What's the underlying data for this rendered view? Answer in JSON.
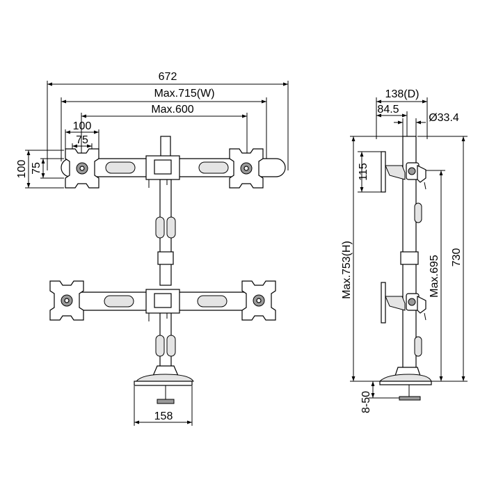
{
  "front_view": {
    "dim_overall_width": "672",
    "dim_max_span_w": "Max.715(W)",
    "dim_max_span": "Max.600",
    "dim_vesa_100_h": "100",
    "dim_vesa_75_h": "75",
    "dim_vesa_100_v": "100",
    "dim_vesa_75_v": "75",
    "dim_base_width": "158"
  },
  "side_view": {
    "dim_depth": "138(D)",
    "dim_offset": "84.5",
    "dim_pole_diameter": "Ø33.4",
    "dim_bracket_height": "115",
    "dim_max_height": "Max.753(H)",
    "dim_max_arm_height": "Max.695",
    "dim_pole_height": "730",
    "dim_clamp_range": "8-50"
  }
}
